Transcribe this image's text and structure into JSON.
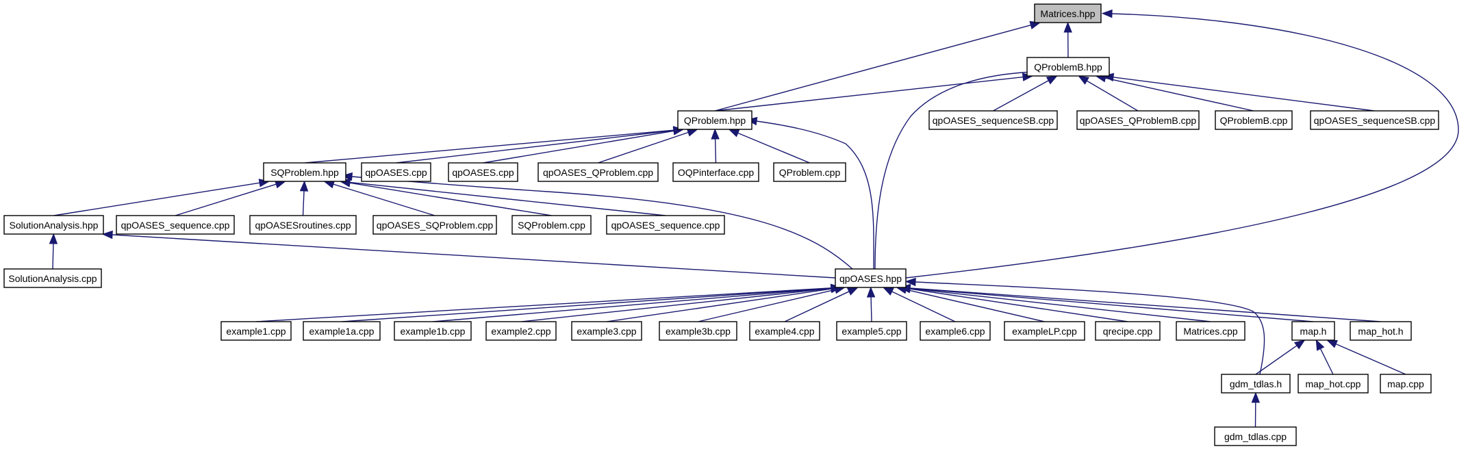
{
  "root_node": "matrices-hpp",
  "colors": {
    "edge": "#191970",
    "node_border": "#000000",
    "root_fill": "#bfbfbf",
    "node_fill": "#ffffff"
  },
  "nodes": [
    {
      "id": "matrices-hpp",
      "label": "Matrices.hpp"
    },
    {
      "id": "qproblemb-hpp",
      "label": "QProblemB.hpp"
    },
    {
      "id": "qproblem-hpp",
      "label": "QProblem.hpp"
    },
    {
      "id": "qpoases-sequencesb-cpp-1",
      "label": "qpOASES_sequenceSB.cpp"
    },
    {
      "id": "qpoases-qproblemb-cpp",
      "label": "qpOASES_QProblemB.cpp"
    },
    {
      "id": "qproblemb-cpp",
      "label": "QProblemB.cpp"
    },
    {
      "id": "qpoases-sequencesb-cpp-2",
      "label": "qpOASES_sequenceSB.cpp"
    },
    {
      "id": "sqproblem-hpp",
      "label": "SQProblem.hpp"
    },
    {
      "id": "qpoases-cpp-1",
      "label": "qpOASES.cpp"
    },
    {
      "id": "qpoases-cpp-2",
      "label": "qpOASES.cpp"
    },
    {
      "id": "qpoases-qproblem-cpp",
      "label": "qpOASES_QProblem.cpp"
    },
    {
      "id": "oqpinterface-cpp",
      "label": "OQPinterface.cpp"
    },
    {
      "id": "qproblem-cpp",
      "label": "QProblem.cpp"
    },
    {
      "id": "solutionanalysis-hpp",
      "label": "SolutionAnalysis.hpp"
    },
    {
      "id": "qpoases-sequence-cpp-1",
      "label": "qpOASES_sequence.cpp"
    },
    {
      "id": "qpoasesroutines-cpp",
      "label": "qpOASESroutines.cpp"
    },
    {
      "id": "qpoases-sqproblem-cpp",
      "label": "qpOASES_SQProblem.cpp"
    },
    {
      "id": "sqproblem-cpp",
      "label": "SQProblem.cpp"
    },
    {
      "id": "qpoases-sequence-cpp-2",
      "label": "qpOASES_sequence.cpp"
    },
    {
      "id": "solutionanalysis-cpp",
      "label": "SolutionAnalysis.cpp"
    },
    {
      "id": "qpoases-hpp",
      "label": "qpOASES.hpp"
    },
    {
      "id": "example1-cpp",
      "label": "example1.cpp"
    },
    {
      "id": "example1a-cpp",
      "label": "example1a.cpp"
    },
    {
      "id": "example1b-cpp",
      "label": "example1b.cpp"
    },
    {
      "id": "example2-cpp",
      "label": "example2.cpp"
    },
    {
      "id": "example3-cpp",
      "label": "example3.cpp"
    },
    {
      "id": "example3b-cpp",
      "label": "example3b.cpp"
    },
    {
      "id": "example4-cpp",
      "label": "example4.cpp"
    },
    {
      "id": "example5-cpp",
      "label": "example5.cpp"
    },
    {
      "id": "example6-cpp",
      "label": "example6.cpp"
    },
    {
      "id": "examplelp-cpp",
      "label": "exampleLP.cpp"
    },
    {
      "id": "qrecipe-cpp",
      "label": "qrecipe.cpp"
    },
    {
      "id": "matrices-cpp",
      "label": "Matrices.cpp"
    },
    {
      "id": "map-h",
      "label": "map.h"
    },
    {
      "id": "map-hot-h",
      "label": "map_hot.h"
    },
    {
      "id": "gdm-tdlas-h",
      "label": "gdm_tdlas.h"
    },
    {
      "id": "map-hot-cpp",
      "label": "map_hot.cpp"
    },
    {
      "id": "map-cpp",
      "label": "map.cpp"
    },
    {
      "id": "gdm-tdlas-cpp",
      "label": "gdm_tdlas.cpp"
    }
  ],
  "edges": [
    {
      "from": "qproblemb-hpp",
      "to": "matrices-hpp"
    },
    {
      "from": "qproblem-hpp",
      "to": "matrices-hpp"
    },
    {
      "from": "qpoases-hpp",
      "to": "matrices-hpp"
    },
    {
      "from": "qproblem-hpp",
      "to": "qproblemb-hpp"
    },
    {
      "from": "qpoases-hpp",
      "to": "qproblemb-hpp"
    },
    {
      "from": "qpoases-sequencesb-cpp-1",
      "to": "qproblemb-hpp"
    },
    {
      "from": "qpoases-qproblemb-cpp",
      "to": "qproblemb-hpp"
    },
    {
      "from": "qproblemb-cpp",
      "to": "qproblemb-hpp"
    },
    {
      "from": "qpoases-sequencesb-cpp-2",
      "to": "qproblemb-hpp"
    },
    {
      "from": "sqproblem-hpp",
      "to": "qproblem-hpp"
    },
    {
      "from": "qpoases-cpp-1",
      "to": "qproblem-hpp"
    },
    {
      "from": "qpoases-cpp-2",
      "to": "qproblem-hpp"
    },
    {
      "from": "qpoases-qproblem-cpp",
      "to": "qproblem-hpp"
    },
    {
      "from": "oqpinterface-cpp",
      "to": "qproblem-hpp"
    },
    {
      "from": "qproblem-cpp",
      "to": "qproblem-hpp"
    },
    {
      "from": "qpoases-hpp",
      "to": "qproblem-hpp"
    },
    {
      "from": "solutionanalysis-hpp",
      "to": "sqproblem-hpp"
    },
    {
      "from": "qpoases-sequence-cpp-1",
      "to": "sqproblem-hpp"
    },
    {
      "from": "qpoasesroutines-cpp",
      "to": "sqproblem-hpp"
    },
    {
      "from": "qpoases-sqproblem-cpp",
      "to": "sqproblem-hpp"
    },
    {
      "from": "sqproblem-cpp",
      "to": "sqproblem-hpp"
    },
    {
      "from": "qpoases-sequence-cpp-2",
      "to": "sqproblem-hpp"
    },
    {
      "from": "qpoases-hpp",
      "to": "sqproblem-hpp"
    },
    {
      "from": "solutionanalysis-cpp",
      "to": "solutionanalysis-hpp"
    },
    {
      "from": "qpoases-hpp",
      "to": "solutionanalysis-hpp"
    },
    {
      "from": "example1-cpp",
      "to": "qpoases-hpp"
    },
    {
      "from": "example1a-cpp",
      "to": "qpoases-hpp"
    },
    {
      "from": "example1b-cpp",
      "to": "qpoases-hpp"
    },
    {
      "from": "example2-cpp",
      "to": "qpoases-hpp"
    },
    {
      "from": "example3-cpp",
      "to": "qpoases-hpp"
    },
    {
      "from": "example3b-cpp",
      "to": "qpoases-hpp"
    },
    {
      "from": "example4-cpp",
      "to": "qpoases-hpp"
    },
    {
      "from": "example5-cpp",
      "to": "qpoases-hpp"
    },
    {
      "from": "example6-cpp",
      "to": "qpoases-hpp"
    },
    {
      "from": "examplelp-cpp",
      "to": "qpoases-hpp"
    },
    {
      "from": "qrecipe-cpp",
      "to": "qpoases-hpp"
    },
    {
      "from": "matrices-cpp",
      "to": "qpoases-hpp"
    },
    {
      "from": "map-h",
      "to": "qpoases-hpp"
    },
    {
      "from": "map-hot-h",
      "to": "qpoases-hpp"
    },
    {
      "from": "gdm-tdlas-h",
      "to": "qpoases-hpp"
    },
    {
      "from": "gdm-tdlas-h",
      "to": "map-h"
    },
    {
      "from": "map-hot-cpp",
      "to": "map-h"
    },
    {
      "from": "map-cpp",
      "to": "map-h"
    },
    {
      "from": "gdm-tdlas-cpp",
      "to": "gdm-tdlas-h"
    }
  ]
}
